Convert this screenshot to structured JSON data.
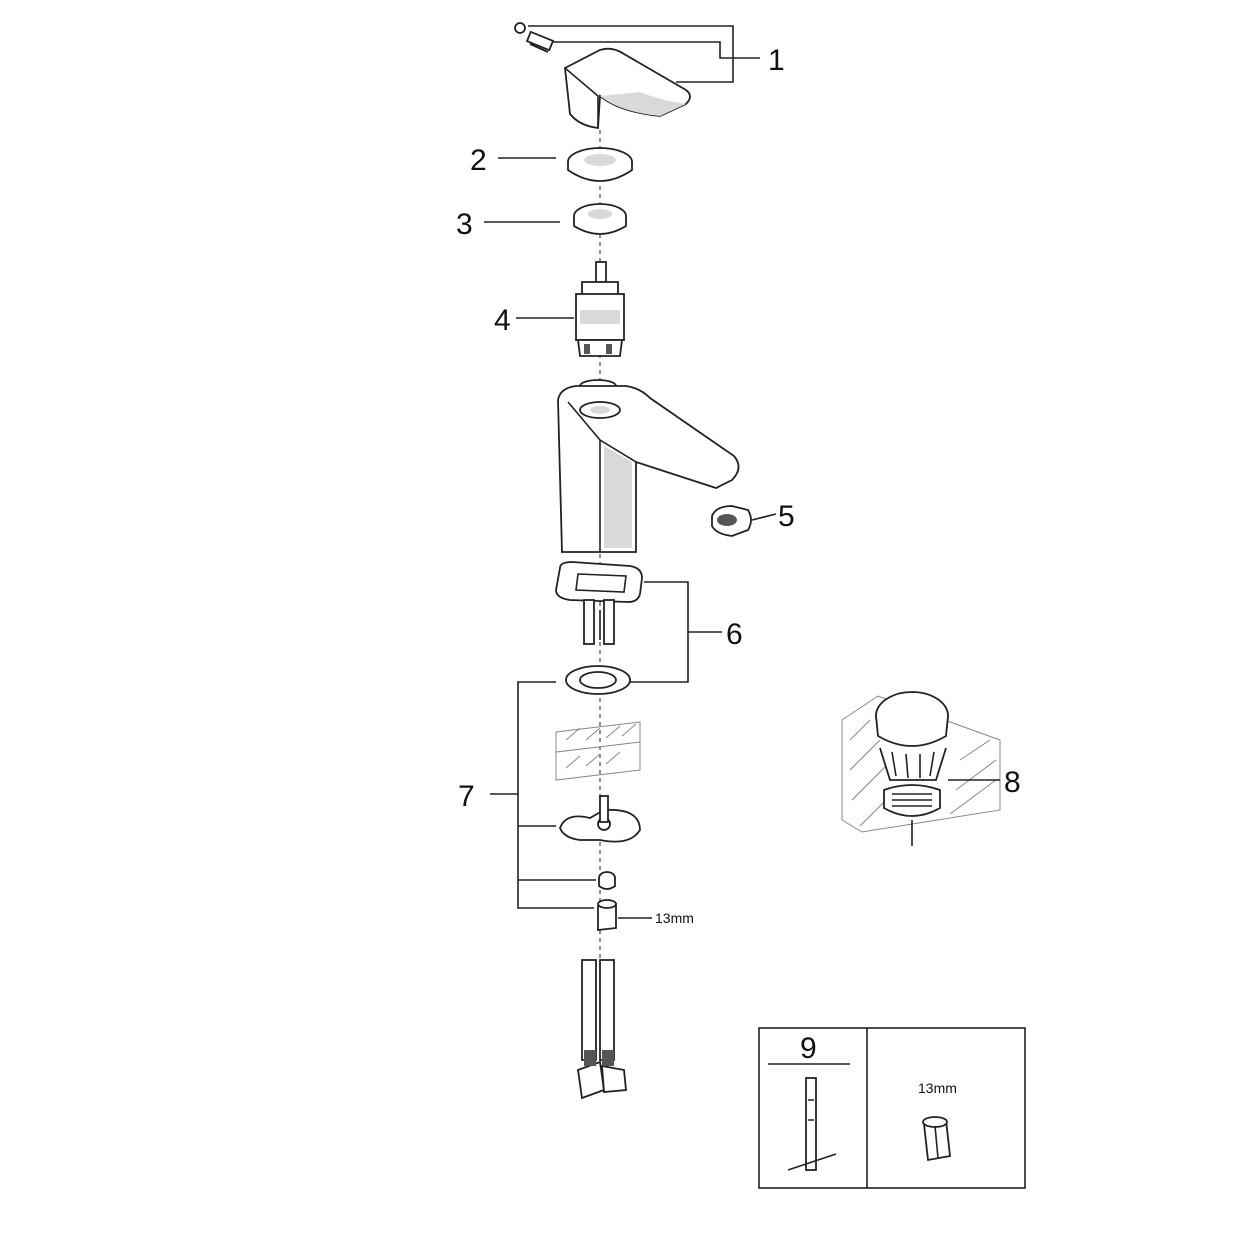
{
  "callouts": {
    "c1": "1",
    "c2": "2",
    "c3": "3",
    "c4": "4",
    "c5": "5",
    "c6": "6",
    "c7": "7",
    "c8": "8",
    "c9": "9"
  },
  "labels": {
    "wrench_size": "13mm",
    "tool_box_size": "13mm"
  }
}
